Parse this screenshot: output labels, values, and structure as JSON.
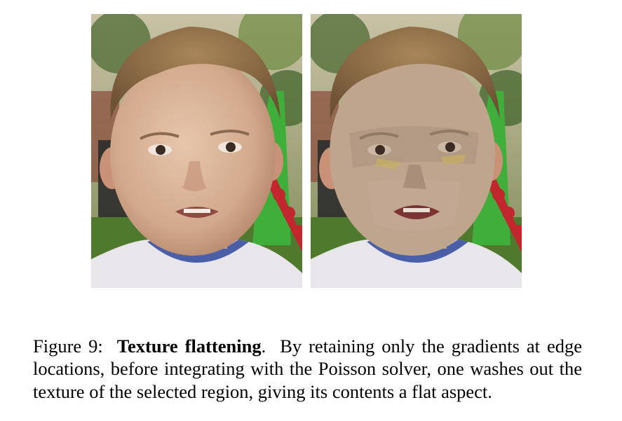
{
  "figure": {
    "label": "Figure 9:",
    "title": "Texture flattening",
    "title_end": ".",
    "text": "By retaining only the gradients at edge locations, before integrating with the Poisson solver, one washes out the texture of the selected region, giving its contents a flat aspect."
  },
  "images": [
    {
      "name": "original",
      "style": "textured"
    },
    {
      "name": "flattened",
      "style": "flat"
    }
  ],
  "colors": {
    "background": "#ffffff",
    "grass": "#4f7a2e",
    "slide_green": "#3fae3a",
    "slide_red": "#c2272d",
    "skin": "#d9b49a",
    "skin_flat": "#bfa58e",
    "hair": "#8a6a45",
    "shirt": "#e8e6ea",
    "collar": "#4a5fa8"
  }
}
